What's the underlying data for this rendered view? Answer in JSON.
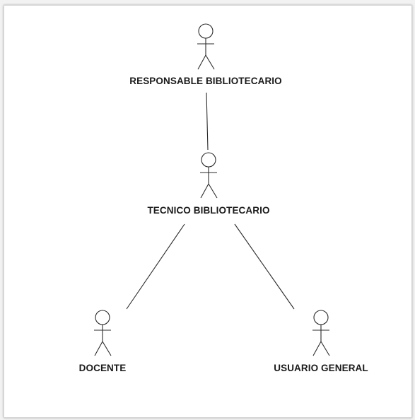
{
  "diagram": {
    "actors": [
      {
        "id": "responsable",
        "label": "RESPONSABLE BIBLIOTECARIO"
      },
      {
        "id": "tecnico",
        "label": "TECNICO BIBLIOTECARIO"
      },
      {
        "id": "docente",
        "label": "DOCENTE"
      },
      {
        "id": "usuario",
        "label": "USUARIO GENERAL"
      }
    ],
    "relations": [
      {
        "from": "responsable",
        "to": "tecnico"
      },
      {
        "from": "tecnico",
        "to": "docente"
      },
      {
        "from": "tecnico",
        "to": "usuario"
      }
    ],
    "colors": {
      "stroke": "#2b2b2b",
      "background": "#ffffff"
    }
  }
}
